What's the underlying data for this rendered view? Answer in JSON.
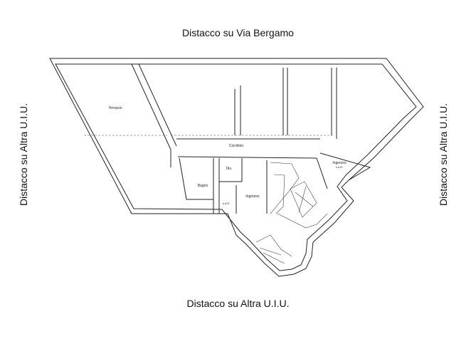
{
  "orientation": {
    "top": "Distacco su Via Bergamo",
    "bottom": "Distacco su Altra U.I.U.",
    "left": "Distacco su Altra U.I.U.",
    "right": "Distacco su Altra U.I.U."
  },
  "rooms": {
    "terrazzo": "Terrazzo",
    "corridoio": "Corridoio",
    "dis": "Dis.",
    "bagno": "Bagno",
    "sdr": "s.d.R.",
    "ingresso": "Ingresso",
    "ingresso2": "Ingresso",
    "ingresso2_sub": "s.d.R."
  }
}
